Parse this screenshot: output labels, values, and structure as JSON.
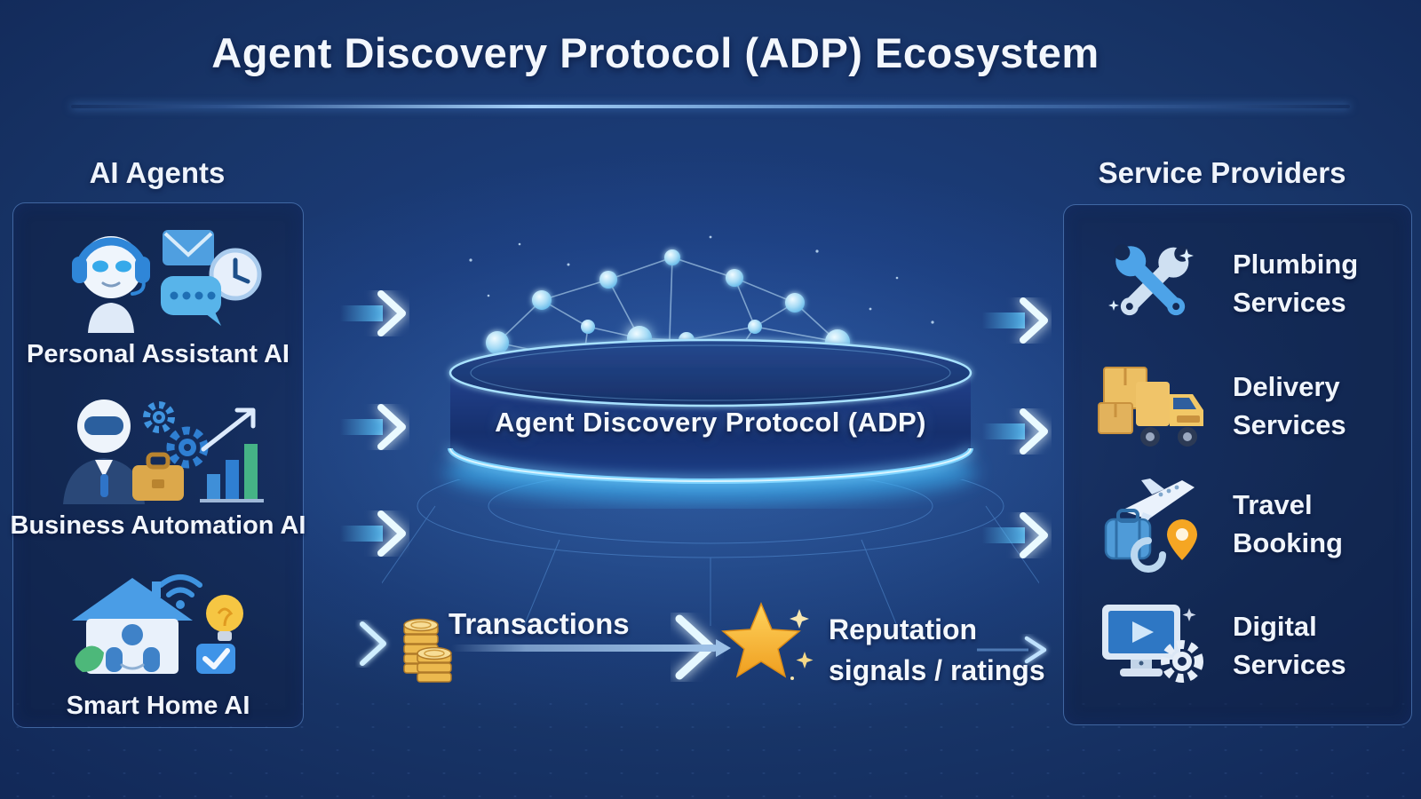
{
  "title": "Agent Discovery Protocol (ADP) Ecosystem",
  "left_panel": {
    "heading": "AI Agents",
    "items": [
      {
        "label": "Personal Assistant AI",
        "icon": "assistant-robot-icon"
      },
      {
        "label": "Business Automation AI",
        "icon": "business-robot-icon"
      },
      {
        "label": "Smart Home AI",
        "icon": "smart-home-icon"
      }
    ]
  },
  "right_panel": {
    "heading": "Service Providers",
    "items": [
      {
        "label": "Plumbing Services",
        "icon": "crossed-wrenches-icon"
      },
      {
        "label": "Delivery Services",
        "icon": "delivery-truck-icon"
      },
      {
        "label": "Travel Booking",
        "icon": "travel-plane-icon"
      },
      {
        "label": "Digital Services",
        "icon": "digital-monitor-icon"
      }
    ]
  },
  "center": {
    "disc_label": "Agent Discovery Protocol (ADP)"
  },
  "bottom_flow": {
    "transactions_label": "Transactions",
    "reputation_line1": "Reputation",
    "reputation_line2": "signals / ratings"
  },
  "colors": {
    "background": "#173468",
    "accent_cyan": "#59c2f7",
    "panel_border": "#5f91d7",
    "gold": "#f2b945",
    "text": "#f2f6fc"
  }
}
